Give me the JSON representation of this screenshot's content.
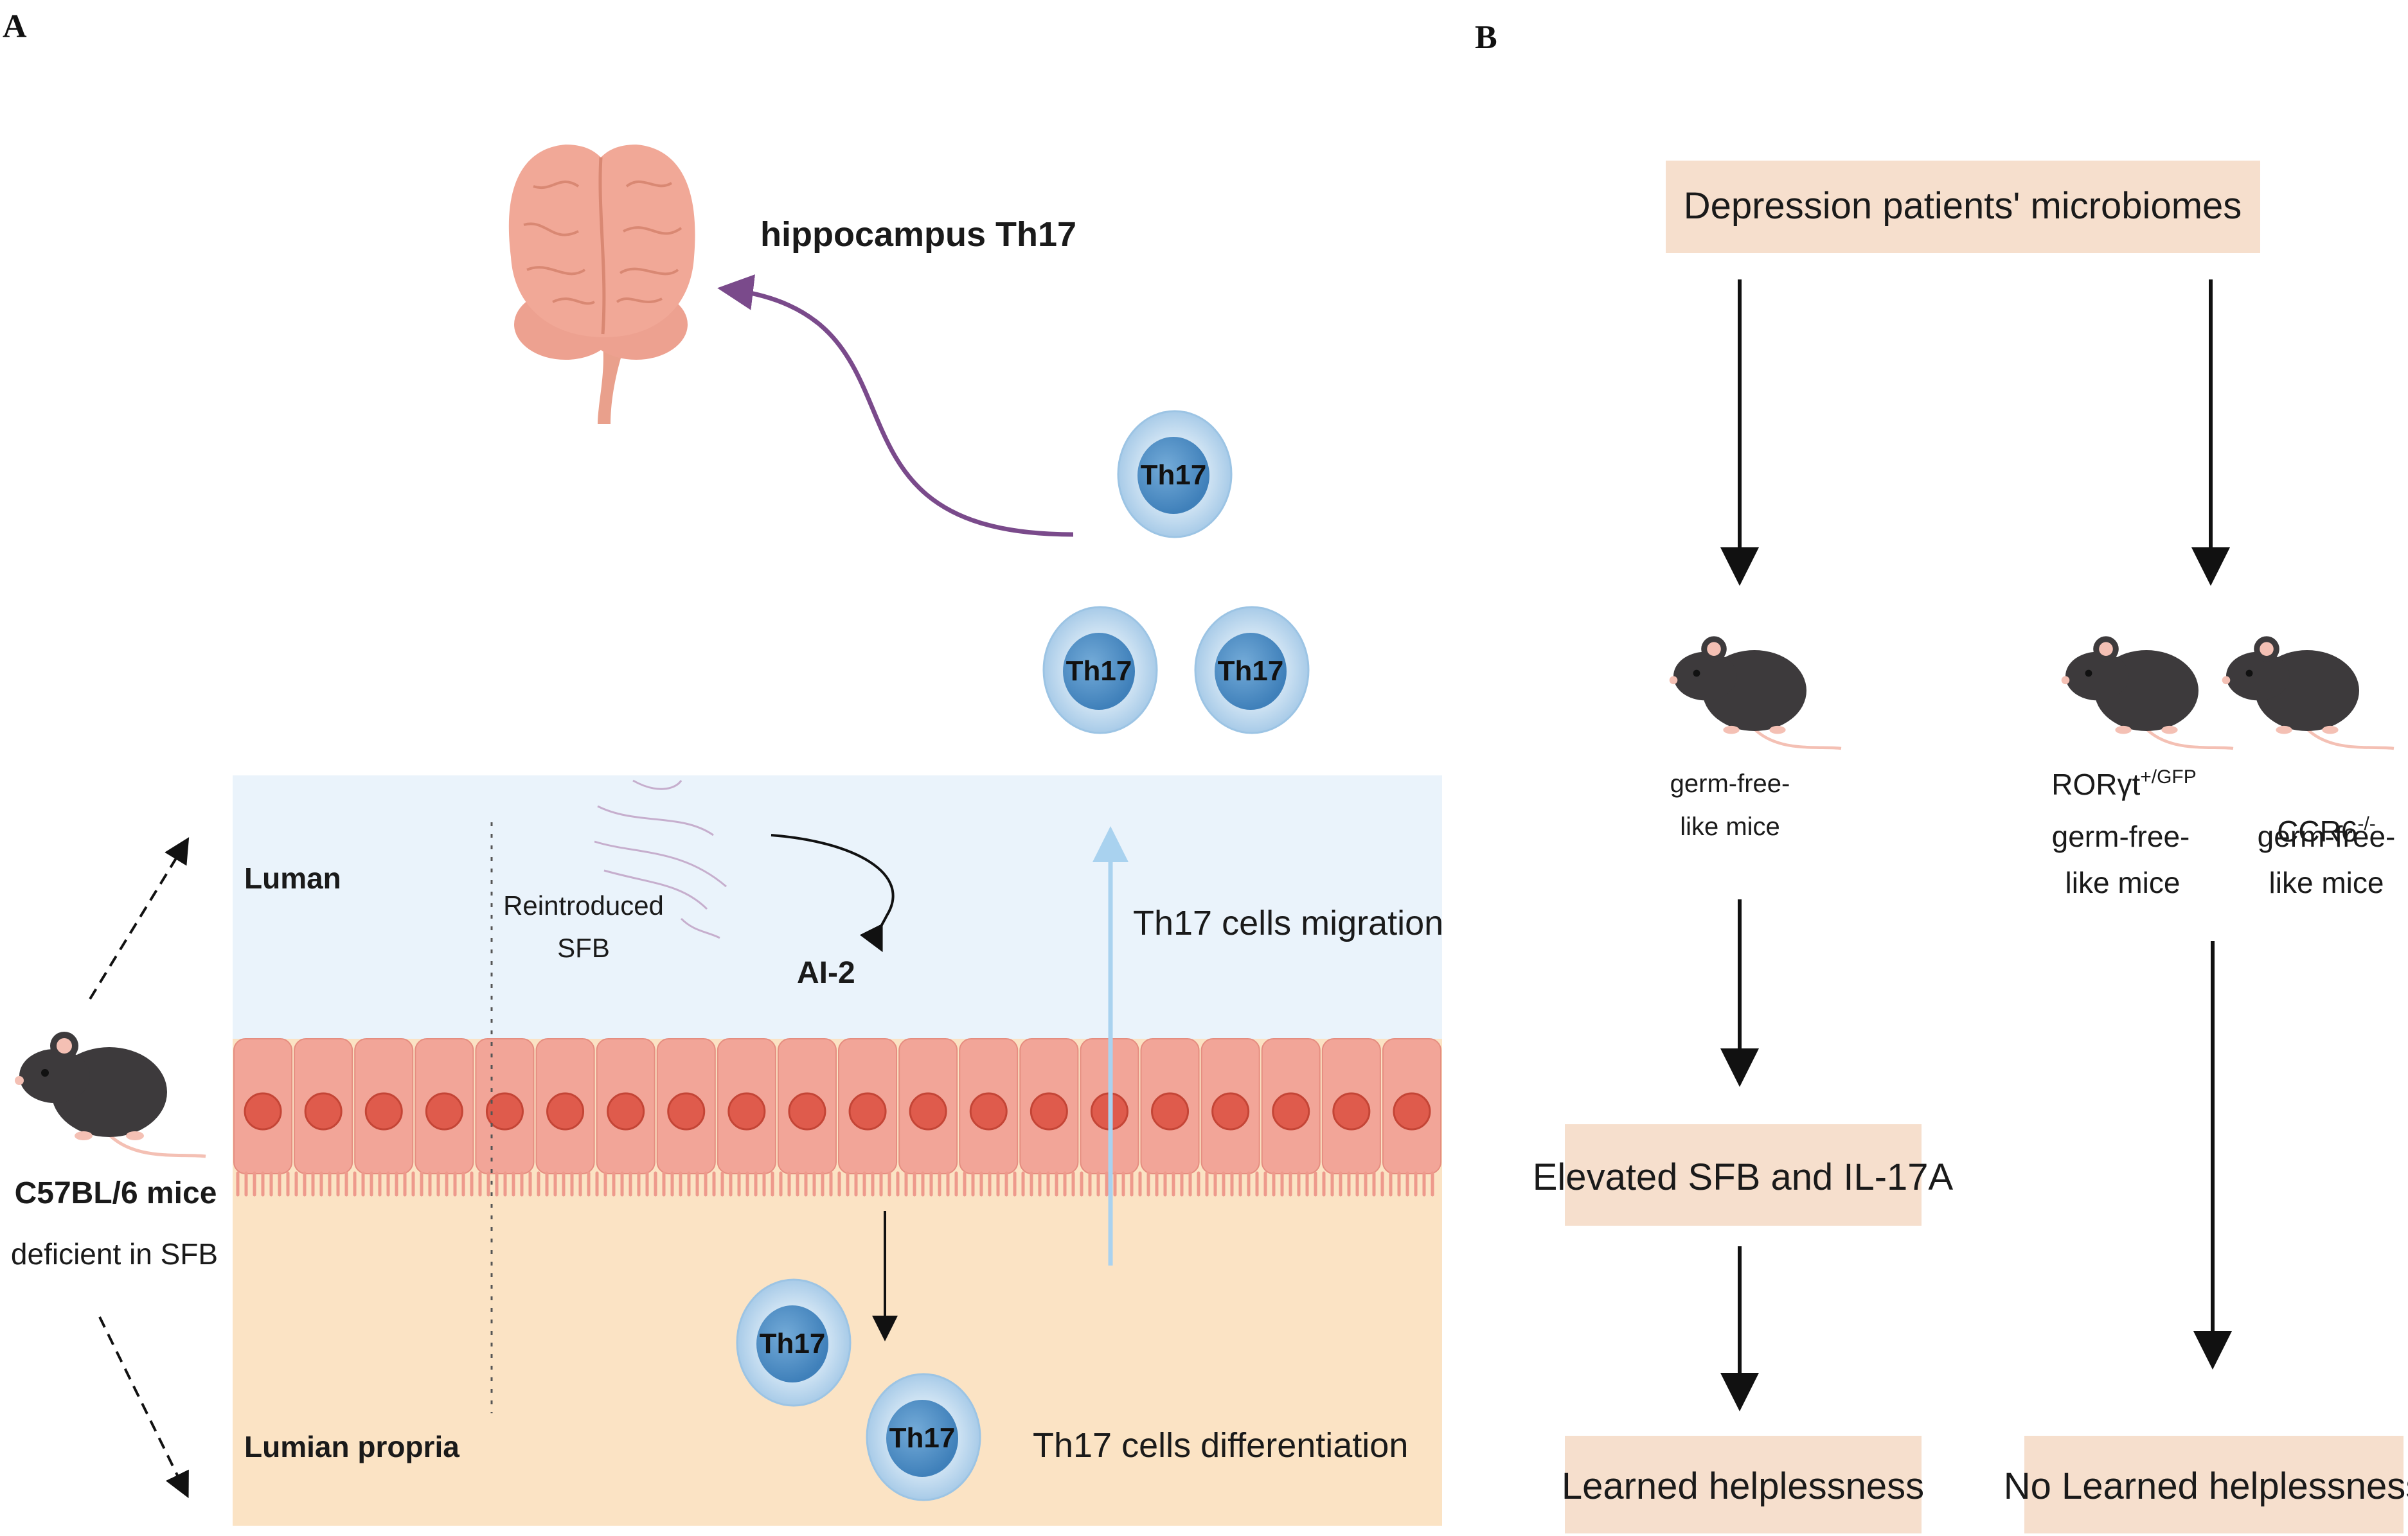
{
  "panels": {
    "a": "A",
    "b": "B"
  },
  "panel_a": {
    "brain_label": "hippocampus Th17",
    "luman_label": "Luman",
    "lumian_propria_label": "Lumian propria",
    "reintroduced_line1": "Reintroduced",
    "reintroduced_line2": "SFB",
    "ai2_label": "AI-2",
    "migration_label": "Th17 cells migration",
    "differentiation_label": "Th17 cells differentiation",
    "mouse_line1": "C57BL/6 mice",
    "mouse_line2": "deficient in SFB",
    "th17_cell_label": "Th17"
  },
  "panel_b": {
    "top_box": "Depression patients' microbiomes",
    "left_mouse_line1": "germ-free-",
    "left_mouse_line2": "like mice",
    "ror_line1_base": "RORγt",
    "ror_line1_sup": "+/GFP",
    "ror_line2": "germ-free-",
    "ror_line3": "like mice",
    "ccr6_line1_base": "CCR6",
    "ccr6_line1_sup": "-/-",
    "ccr6_line2": "germ-free-",
    "ccr6_line3": "like mice",
    "middle_box": "Elevated SFB and IL-17A",
    "left_bottom_box": "Learned helplessness",
    "right_bottom_box": "No Learned helplessness"
  },
  "colors": {
    "lumen_bg": "#eaf3fb",
    "propria_bg": "#fbe3c4",
    "epithelium": "#f2a598",
    "nucleus": "#df5b4c",
    "cell_outer": "#bcd8ee",
    "cell_inner": "#4f8fc5",
    "brain": "#f1a897",
    "purple_arrow": "#7a4a8b",
    "migration_arrow": "#a9d2ef",
    "box_fill": "#f6dfcd",
    "mouse_body": "#3d3a3c",
    "mouse_pink": "#f4c0b4"
  },
  "icons": [
    "brain-icon",
    "mouse-icon",
    "th17-cell-icon",
    "sfb-bacteria-icon"
  ]
}
